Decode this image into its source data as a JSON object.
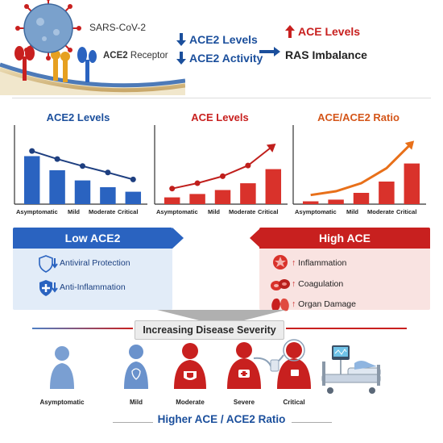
{
  "header": {
    "virus_label": "SARS-CoV-2",
    "receptor_bold": "ACE2",
    "receptor_label": "Receptor",
    "ace2_levels": "ACE2 Levels",
    "ace2_activity": "ACE2 Activity",
    "ace_levels": "ACE Levels",
    "ras": "RAS Imbalance"
  },
  "panels": [
    {
      "title": "ACE2 Levels",
      "color": "#2a63c0",
      "line_color": "#1e3f80",
      "values": [
        0.85,
        0.6,
        0.42,
        0.3,
        0.22
      ],
      "trend": [
        0.9,
        0.75,
        0.62,
        0.5,
        0.37
      ],
      "arrow": false
    },
    {
      "title": "ACE Levels",
      "color": "#d9322b",
      "line_color": "#c01f1c",
      "values": [
        0.12,
        0.18,
        0.25,
        0.37,
        0.62
      ],
      "trend": [
        0.2,
        0.3,
        0.43,
        0.63,
        1.0
      ],
      "arrow": true
    },
    {
      "title": "ACE/ACE2 Ratio",
      "color": "#d9322b",
      "line_color": "#e8701a",
      "values": [
        0.05,
        0.08,
        0.2,
        0.4,
        0.72
      ],
      "trend": [
        0.08,
        0.15,
        0.3,
        0.58,
        1.05
      ],
      "arrow": true
    }
  ],
  "categories": [
    "Asymptomatic",
    "Mild",
    "Moderate",
    "Critical"
  ],
  "low": {
    "title": "Low ACE2",
    "items": [
      "Antiviral Protection",
      "Anti-Inflammation"
    ]
  },
  "high": {
    "title": "High ACE",
    "items": [
      "Inflammation",
      "Coagulation",
      "Organ Damage"
    ]
  },
  "severity": {
    "title": "Increasing Disease Severity",
    "people": [
      "Asymptomatic",
      "Mild",
      "Moderate",
      "Severe",
      "Critical"
    ]
  },
  "footer": "Higher ACE / ACE2 Ratio",
  "colors": {
    "blue": "#1b4f9c",
    "red": "#c8201f",
    "orange": "#e8701a"
  }
}
